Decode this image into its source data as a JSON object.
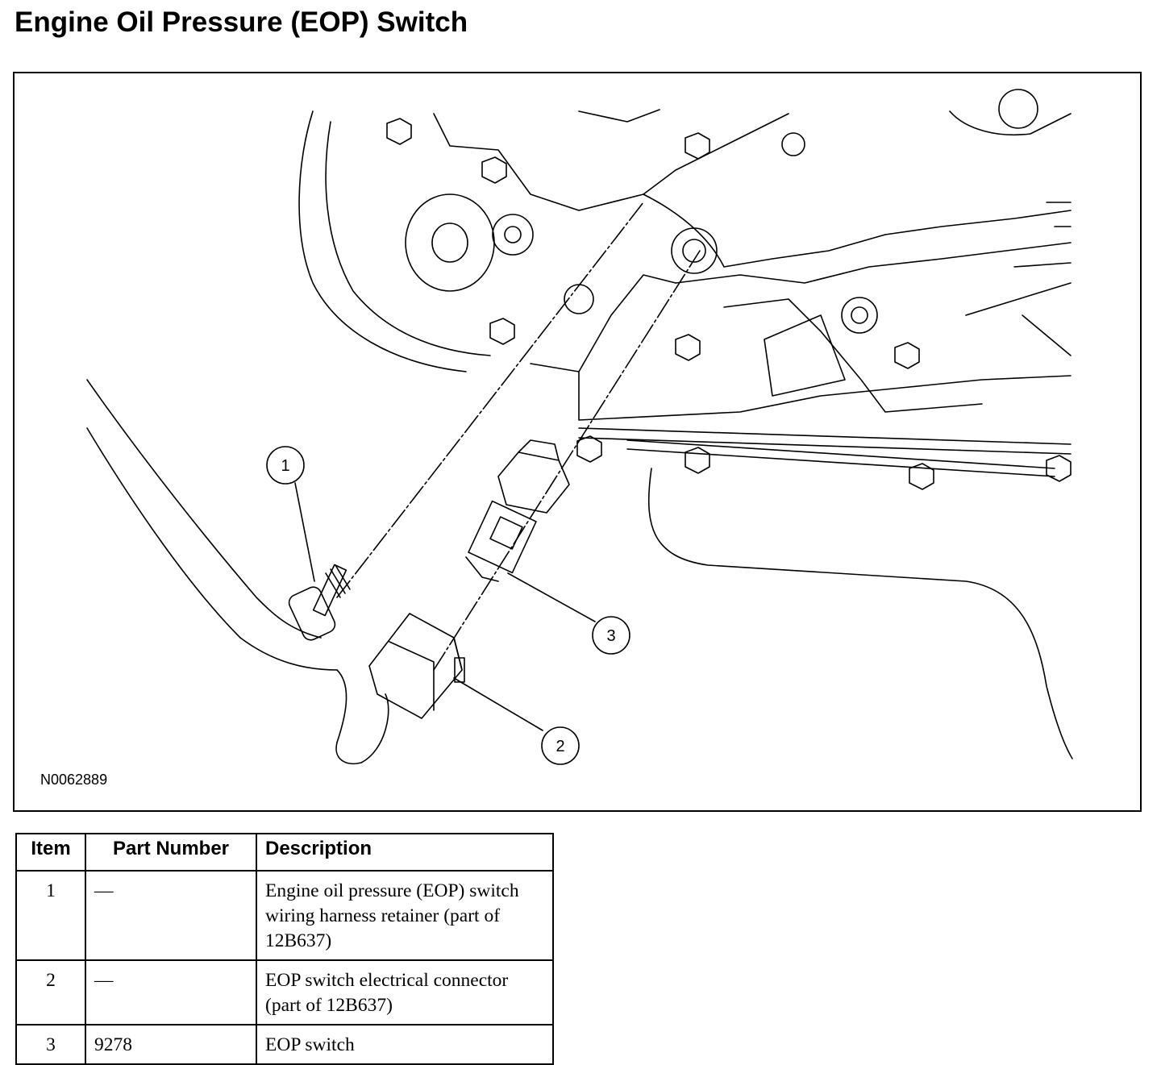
{
  "title": "Engine Oil Pressure (EOP) Switch",
  "figure": {
    "reference_number": "N0062889",
    "callouts": [
      {
        "number": "1",
        "target": "EOP switch wiring harness retainer"
      },
      {
        "number": "2",
        "target": "EOP switch electrical connector"
      },
      {
        "number": "3",
        "target": "EOP switch"
      }
    ]
  },
  "table": {
    "headers": {
      "item": "Item",
      "part_number": "Part Number",
      "description": "Description"
    },
    "rows": [
      {
        "item": "1",
        "part_number": "—",
        "description": "Engine oil pressure (EOP) switch wiring harness retainer (part of 12B637)"
      },
      {
        "item": "2",
        "part_number": "—",
        "description": "EOP switch electrical connector (part of 12B637)"
      },
      {
        "item": "3",
        "part_number": "9278",
        "description": "EOP switch"
      }
    ]
  }
}
